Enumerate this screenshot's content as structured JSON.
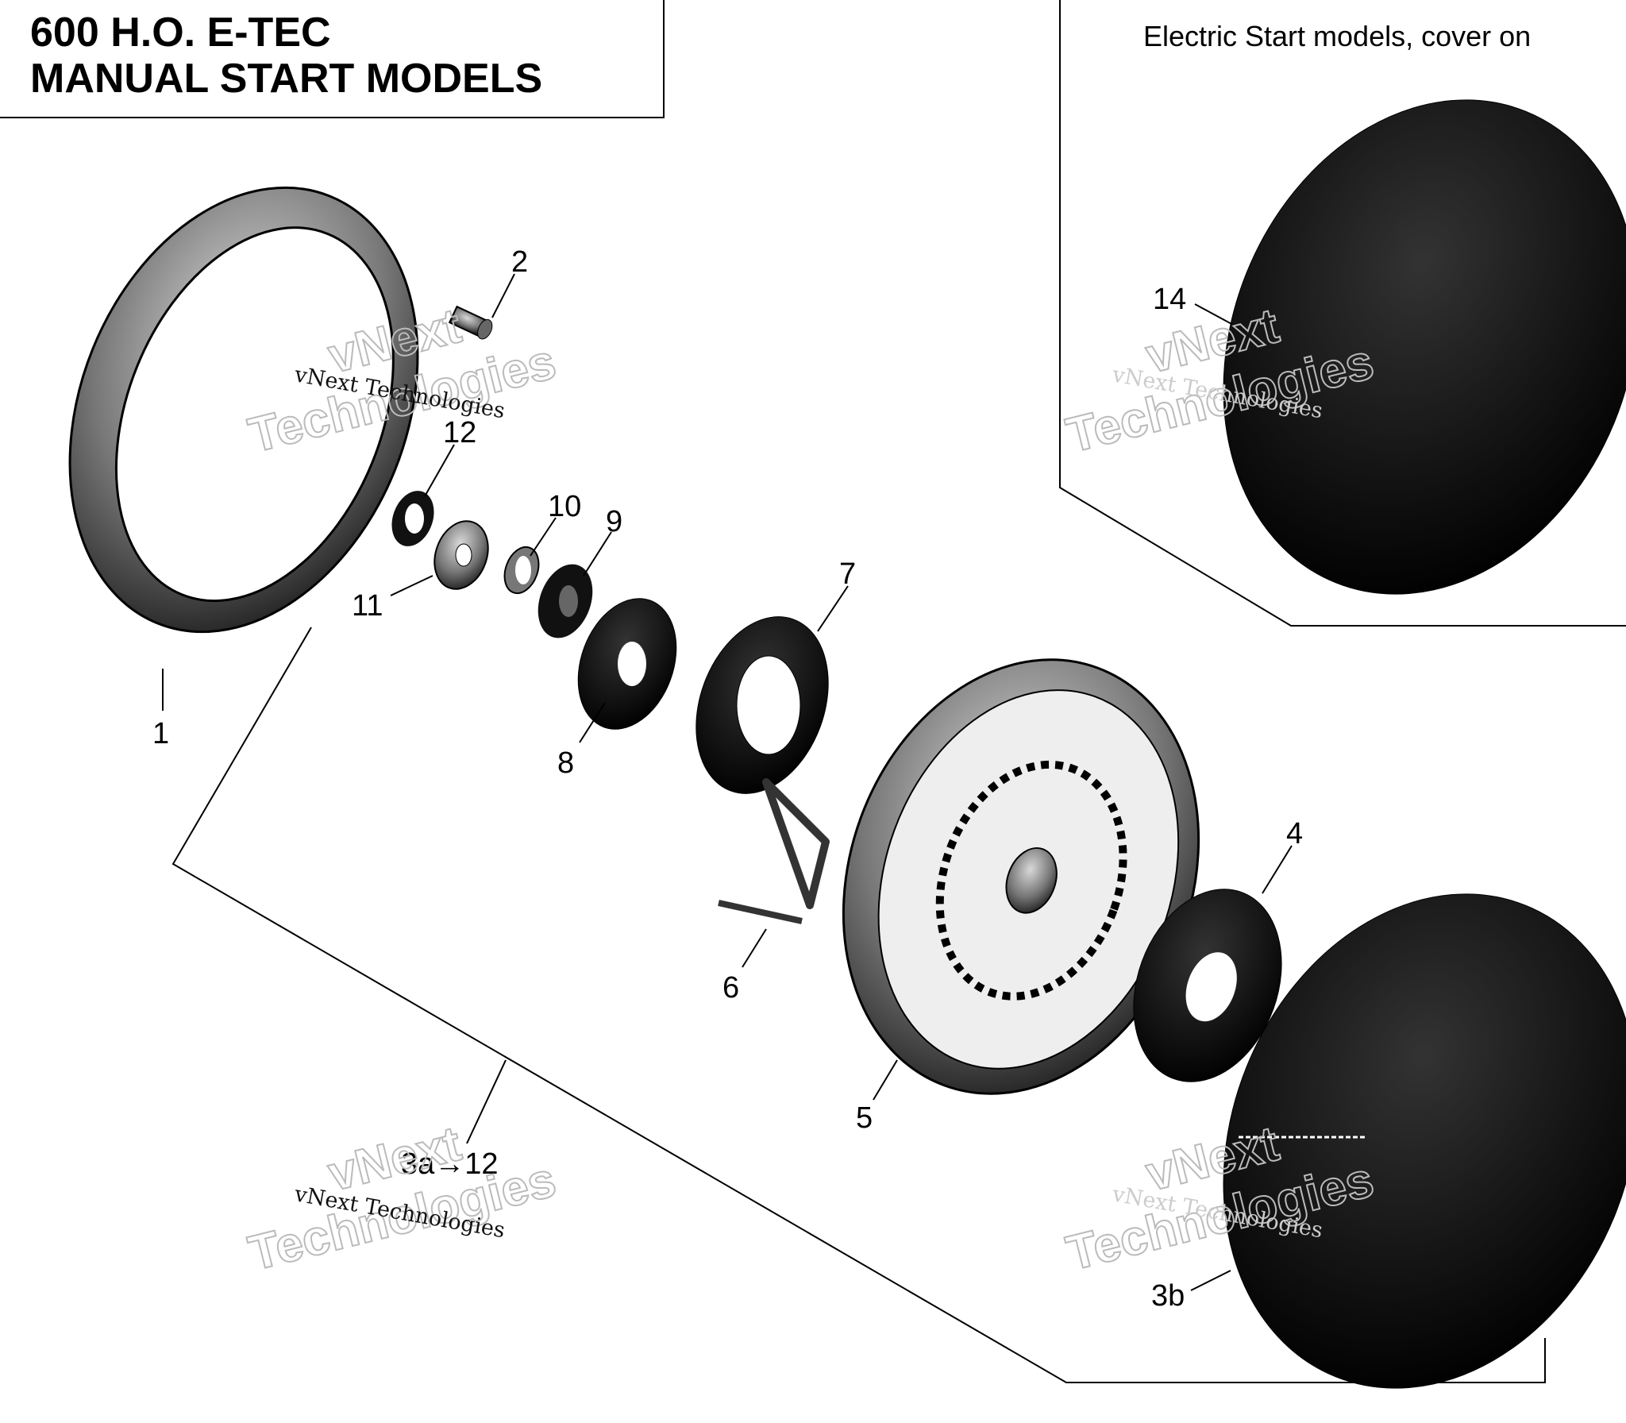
{
  "title": {
    "line1": "600 H.O. E-TEC",
    "line2": "MANUAL START MODELS"
  },
  "inset_note": "Electric Start models, cover on",
  "callouts": {
    "p1": "1",
    "p2": "2",
    "p4": "4",
    "p5": "5",
    "p6": "6",
    "p7": "7",
    "p8": "8",
    "p9": "9",
    "p10": "10",
    "p11": "11",
    "p12": "12",
    "p14": "14",
    "p3a": "3a→12",
    "p3b": "3b"
  },
  "watermark": {
    "brand": "vNext",
    "brand2": "Technologies",
    "caption": "vNext Technologies"
  }
}
